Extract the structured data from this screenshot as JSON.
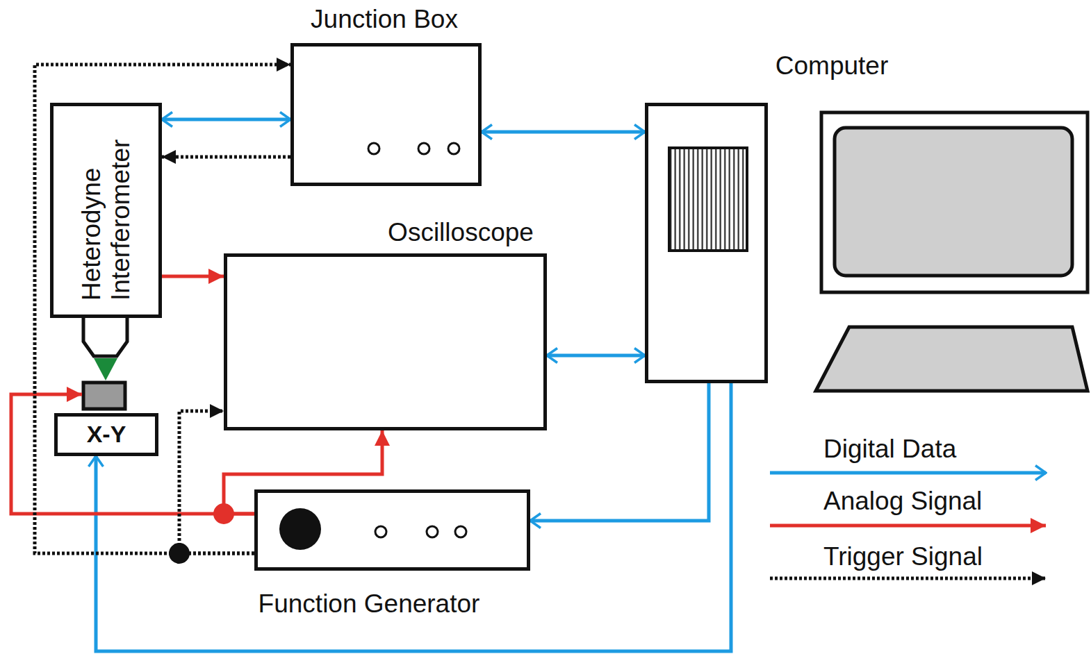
{
  "diagram": {
    "nodes": [
      {
        "text": [
          "Junction Box"
        ]
      },
      {
        "text": [
          "Heterodyne Interferometer"
        ]
      },
      {
        "text": [
          "Oscilloscope"
        ]
      },
      {
        "text": [
          "Computer"
        ]
      },
      {
        "text": [
          "X-Y"
        ]
      },
      {
        "text": [
          "Function Generator"
        ]
      }
    ],
    "edges": [
      {
        "from": 1,
        "to": 0,
        "arrow": "both"
      },
      {
        "from": 0,
        "to": 1,
        "arrow": "to"
      },
      {
        "from": 0,
        "to": 3,
        "arrow": "both"
      },
      {
        "from": 1,
        "to": 2,
        "arrow": "to"
      },
      {
        "from": 2,
        "to": 3,
        "arrow": "both"
      },
      {
        "from": 3,
        "to": 5,
        "arrow": "to"
      },
      {
        "from": 3,
        "to": 4,
        "arrow": "to"
      },
      {
        "from": 5,
        "to": 4,
        "arrow": "to"
      },
      {
        "from": 5,
        "to": 2,
        "arrow": "to"
      },
      {
        "from": 5,
        "to": 2,
        "arrow": "to"
      },
      {
        "from": 5,
        "to": 0,
        "arrow": "to"
      }
    ],
    "legend": [
      {
        "text": "Digital Data"
      },
      {
        "text": "Analog Signal"
      },
      {
        "text": "Trigger Signal"
      }
    ]
  }
}
